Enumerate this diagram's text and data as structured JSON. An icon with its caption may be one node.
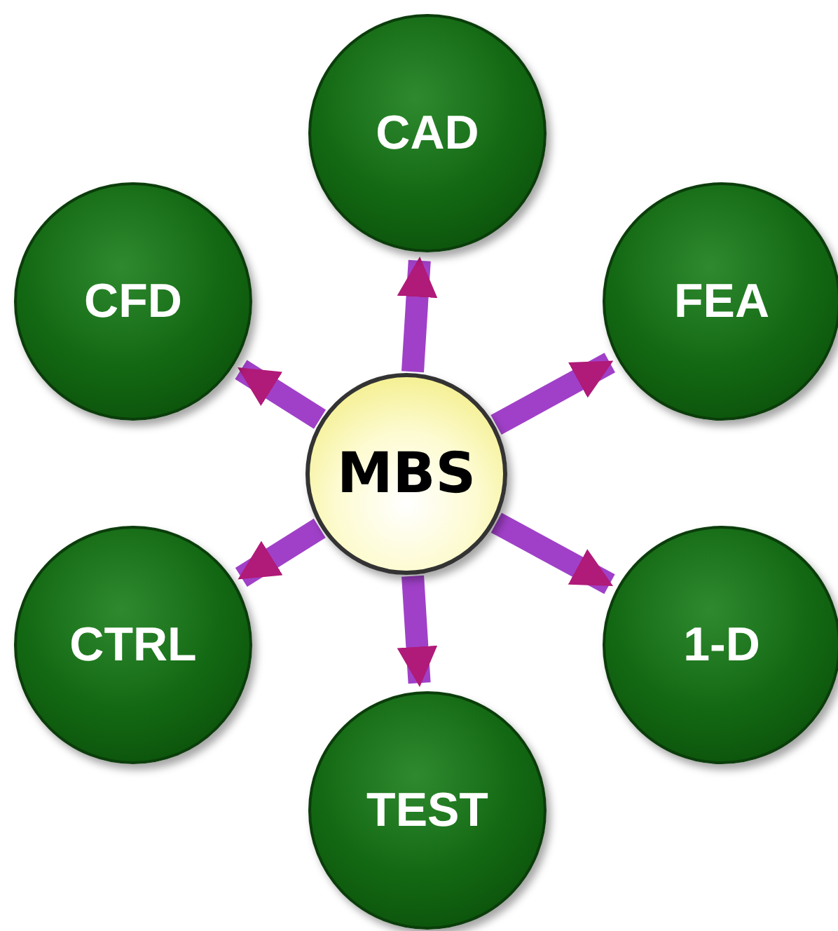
{
  "diagram": {
    "nodes": [
      {
        "text": [
          "CAD"
        ]
      },
      {
        "text": [
          "CFD"
        ]
      },
      {
        "text": [
          "FEA"
        ]
      },
      {
        "text": [
          "MBS"
        ]
      },
      {
        "text": [
          "CTRL"
        ]
      },
      {
        "text": [
          "1-D"
        ]
      },
      {
        "text": [
          "TEST"
        ]
      }
    ],
    "edges": [
      {
        "from": 3,
        "to": 0,
        "arrow": "to"
      },
      {
        "from": 3,
        "to": 1,
        "arrow": "to"
      },
      {
        "from": 3,
        "to": 2,
        "arrow": "to"
      },
      {
        "from": 3,
        "to": 4,
        "arrow": "to"
      },
      {
        "from": 3,
        "to": 5,
        "arrow": "to"
      },
      {
        "from": 3,
        "to": 6,
        "arrow": "to"
      }
    ]
  }
}
